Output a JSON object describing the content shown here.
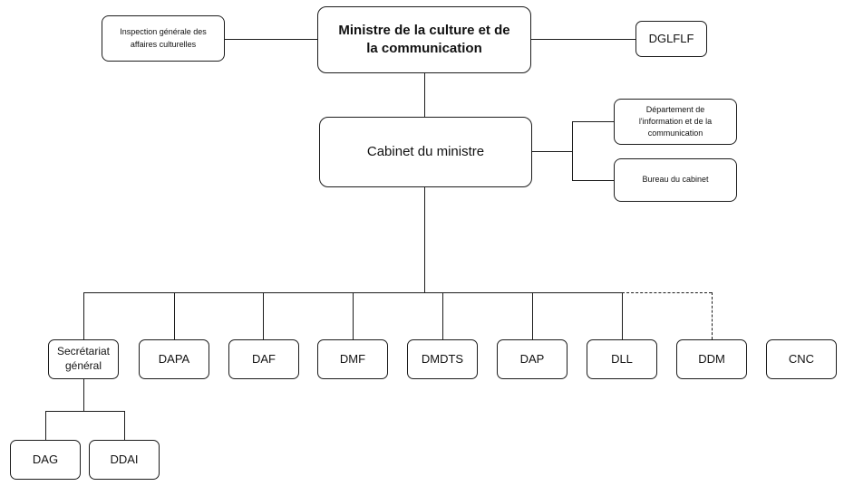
{
  "colors": {
    "background": "#ffffff",
    "line": "#1c1c1c",
    "text": "#111111"
  },
  "nodes": {
    "inspection": {
      "lines": [
        "Inspection générale des",
        "affaires culturelles"
      ]
    },
    "ministre": {
      "lines": [
        "Ministre de la culture et de",
        "la communication"
      ]
    },
    "dglflf": {
      "label": "DGLFLF"
    },
    "cabinet": {
      "label": "Cabinet du ministre"
    },
    "dept_info": {
      "lines": [
        "Département de",
        "l'information et de la",
        "communication"
      ]
    },
    "bureau": {
      "label": "Bureau du cabinet"
    },
    "secretariat": {
      "lines": [
        "Secrétariat",
        "général"
      ]
    },
    "dapa": {
      "label": "DAPA"
    },
    "daf": {
      "label": "DAF"
    },
    "dmf": {
      "label": "DMF"
    },
    "dmdts": {
      "label": "DMDTS"
    },
    "dap": {
      "label": "DAP"
    },
    "dll": {
      "label": "DLL"
    },
    "ddm": {
      "label": "DDM"
    },
    "cnc": {
      "label": "CNC"
    },
    "dag": {
      "label": "DAG"
    },
    "ddai": {
      "label": "DDAI"
    }
  }
}
